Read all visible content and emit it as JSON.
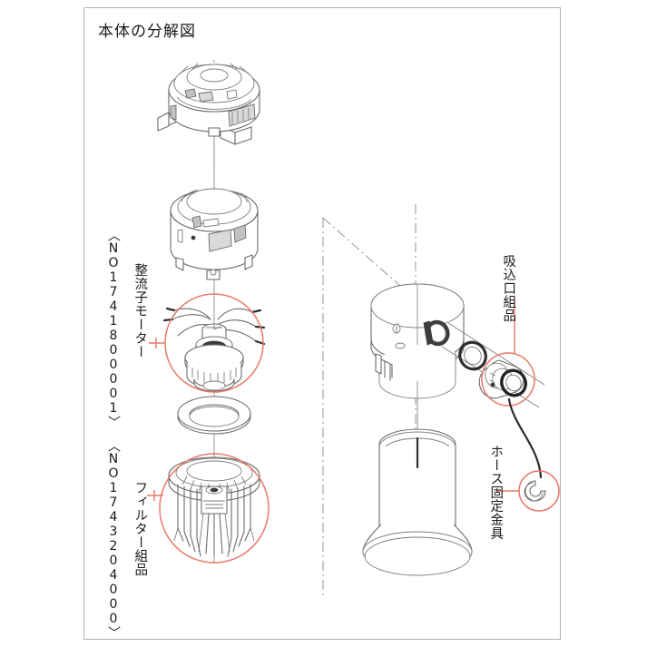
{
  "page": {
    "title": "本体の分解図",
    "sheet_border_color": "#b3b3b3",
    "background": "#ffffff"
  },
  "colors": {
    "line": "#6b6b6b",
    "line_dark": "#3c3c3c",
    "highlight": "#e8786b",
    "text": "#1a1a1a",
    "centerline": "#8a8a8a"
  },
  "callouts": {
    "left": [
      {
        "name": "commutator-motor",
        "label": "整流子モーター",
        "code": "〈NO1741800001〉",
        "highlight_shape": "circle"
      },
      {
        "name": "filter-assembly",
        "label": "フィルター組品",
        "code": "〈NO1743204000〉",
        "highlight_shape": "circle"
      }
    ],
    "right": [
      {
        "name": "suction-port-assembly",
        "label": "吸込口組品",
        "highlight_shape": "circle"
      },
      {
        "name": "hose-retaining-bracket",
        "label": "ホース固定金具",
        "highlight_shape": "circle"
      }
    ]
  },
  "parts": [
    {
      "name": "fan-cover-top",
      "description": "モーターカバー上部"
    },
    {
      "name": "motor-housing",
      "description": "モーターハウジング"
    },
    {
      "name": "commutator-motor",
      "description": "整流子モーター"
    },
    {
      "name": "gasket-ring",
      "description": "パッキンリング"
    },
    {
      "name": "filter-assembly",
      "description": "フィルター組品"
    },
    {
      "name": "tank-head",
      "description": "タンクヘッド"
    },
    {
      "name": "tank-bucket",
      "description": "タンク本体"
    },
    {
      "name": "suction-port-assembly",
      "description": "吸込口組品"
    },
    {
      "name": "hose-retaining-bracket",
      "description": "ホース固定金具"
    },
    {
      "name": "hose-cable",
      "description": "ホース"
    }
  ]
}
